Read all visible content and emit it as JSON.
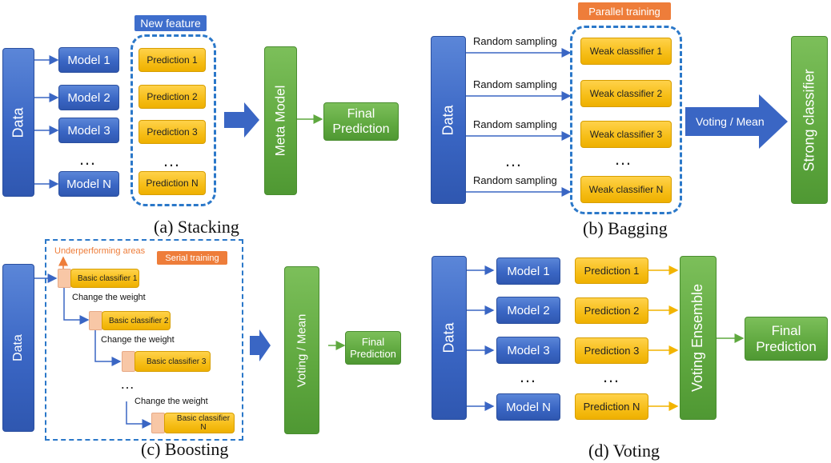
{
  "stacking": {
    "caption": "(a) Stacking",
    "data_label": "Data",
    "tag": "New feature",
    "models": [
      "Model 1",
      "Model 2",
      "Model 3",
      "…",
      "Model N"
    ],
    "predictions": [
      "Prediction 1",
      "Prediction 2",
      "Prediction 3",
      "…",
      "Prediction N"
    ],
    "meta_model": "Meta Model",
    "final": "Final\nPrediction"
  },
  "bagging": {
    "caption": "(b) Bagging",
    "data_label": "Data",
    "tag": "Parallel training",
    "sampling": [
      "Random sampling",
      "Random sampling",
      "Random sampling",
      "Random sampling"
    ],
    "classifiers": [
      "Weak classifier 1",
      "Weak classifier 2",
      "Weak classifier 3",
      "…",
      "Weak classifier N"
    ],
    "dots_left": "…",
    "arrow_label": "Voting / Mean",
    "strong": "Strong classifier"
  },
  "boosting": {
    "caption": "(c) Boosting",
    "data_label": "Data",
    "tag": "Serial training",
    "underperforming": "Underperforming areas",
    "classifiers": [
      "Basic classifier 1",
      "Basic classifier 2",
      "Basic classifier 3",
      "Basic classifier N"
    ],
    "change_weight": [
      "Change the weight",
      "Change the weight",
      "Change the weight"
    ],
    "dots": "…",
    "voting": "Voting / Mean",
    "final": "Final\nPrediction"
  },
  "voting": {
    "caption": "(d) Voting",
    "data_label": "Data",
    "models": [
      "Model 1",
      "Model 2",
      "Model 3",
      "…",
      "Model N"
    ],
    "predictions": [
      "Prediction 1",
      "Prediction 2",
      "Prediction 3",
      "…",
      "Prediction N"
    ],
    "ensemble": "Voting Ensemble",
    "final": "Final\nPrediction"
  },
  "colors": {
    "blue": "#3a66c4",
    "green": "#5fa83f",
    "yellow": "#f6bd16",
    "orange": "#ee7d3a",
    "dash": "#2b78c9"
  }
}
